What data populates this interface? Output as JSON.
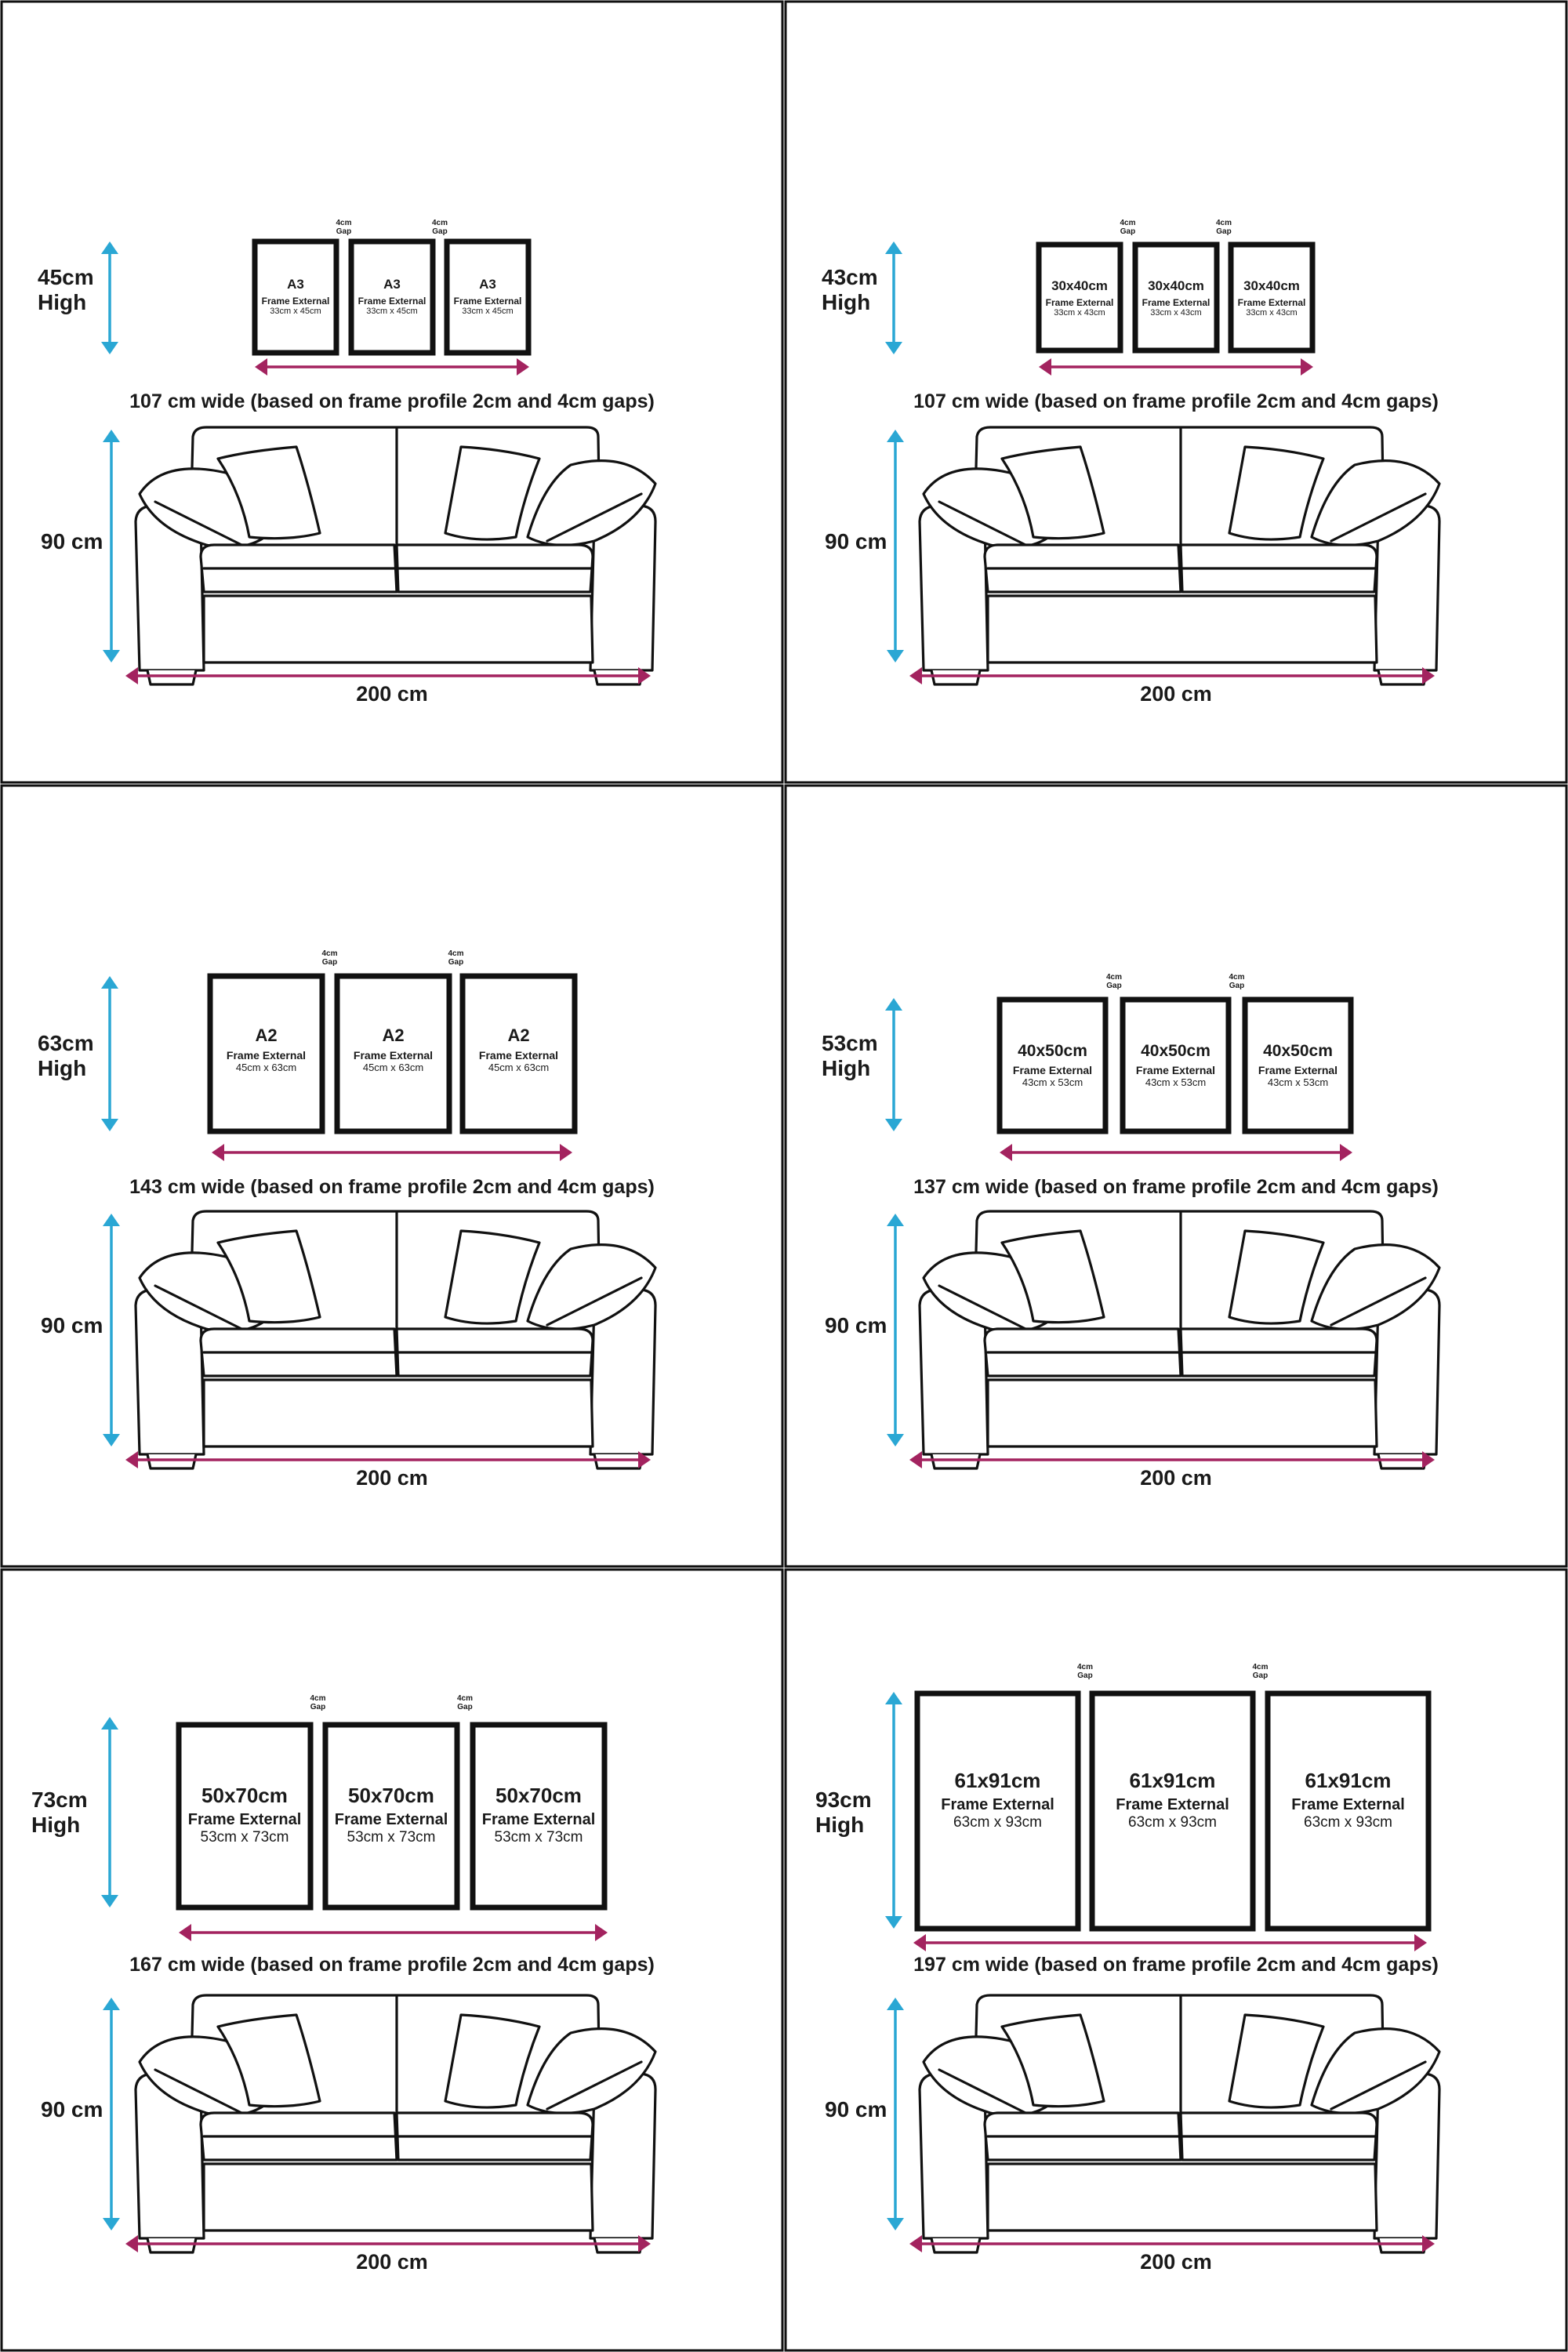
{
  "colors": {
    "height_arrow": "#2aa7d4",
    "width_arrow": "#a3235f",
    "line": "#111111"
  },
  "gap_label": {
    "line1": "4cm",
    "line2": "Gap"
  },
  "sofa": {
    "height_label": "90 cm",
    "width_label": "200 cm"
  },
  "panels": [
    {
      "height_label": "45cm\nHigh",
      "width_label": "107 cm wide (based on frame profile 2cm and 4cm gaps)",
      "frame": {
        "size": "A3",
        "ext": "Frame External",
        "dim": "33cm x 45cm"
      }
    },
    {
      "height_label": "43cm\nHigh",
      "width_label": "107 cm wide (based on frame profile 2cm and 4cm gaps)",
      "frame": {
        "size": "30x40cm",
        "ext": "Frame External",
        "dim": "33cm x 43cm"
      }
    },
    {
      "height_label": "63cm\nHigh",
      "width_label": "143 cm wide (based on frame profile 2cm and 4cm gaps)",
      "frame": {
        "size": "A2",
        "ext": "Frame External",
        "dim": "45cm x 63cm"
      }
    },
    {
      "height_label": "53cm\nHigh",
      "width_label": "137 cm wide (based on frame profile 2cm and 4cm gaps)",
      "frame": {
        "size": "40x50cm",
        "ext": "Frame External",
        "dim": "43cm x 53cm"
      }
    },
    {
      "height_label": "73cm\nHigh",
      "width_label": "167 cm wide (based on frame profile 2cm and 4cm gaps)",
      "frame": {
        "size": "50x70cm",
        "ext": "Frame External",
        "dim": "53cm x 73cm"
      }
    },
    {
      "height_label": "93cm\nHigh",
      "width_label": "197 cm wide (based on frame profile 2cm and 4cm gaps)",
      "frame": {
        "size": "61x91cm",
        "ext": "Frame External",
        "dim": "63cm x 93cm"
      }
    }
  ]
}
